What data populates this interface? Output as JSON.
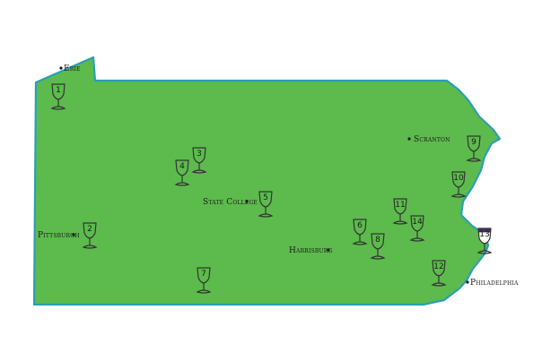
{
  "map": {
    "region_fill": "#5cbb4c",
    "region_stroke": "#2a9fb5",
    "glass_stroke": "#333333",
    "icon": "wine-glass-icon"
  },
  "cities": [
    {
      "id": "erie",
      "name": "Erie"
    },
    {
      "id": "pittsburgh",
      "name": "Pittsburgh"
    },
    {
      "id": "state-college",
      "name": "State College"
    },
    {
      "id": "harrisburg",
      "name": "Harrisburg"
    },
    {
      "id": "scranton",
      "name": "Scranton"
    },
    {
      "id": "philadelphia",
      "name": "Philadelphia"
    }
  ],
  "wineries": [
    {
      "id": "1",
      "number": "1"
    },
    {
      "id": "2",
      "number": "2"
    },
    {
      "id": "3",
      "number": "3"
    },
    {
      "id": "4",
      "number": "4"
    },
    {
      "id": "5",
      "number": "5"
    },
    {
      "id": "6",
      "number": "6"
    },
    {
      "id": "7",
      "number": "7"
    },
    {
      "id": "8",
      "number": "8"
    },
    {
      "id": "9",
      "number": "9"
    },
    {
      "id": "10",
      "number": "10"
    },
    {
      "id": "11",
      "number": "11"
    },
    {
      "id": "12",
      "number": "12"
    },
    {
      "id": "13",
      "number": "13",
      "highlighted": true
    },
    {
      "id": "14",
      "number": "14"
    }
  ]
}
